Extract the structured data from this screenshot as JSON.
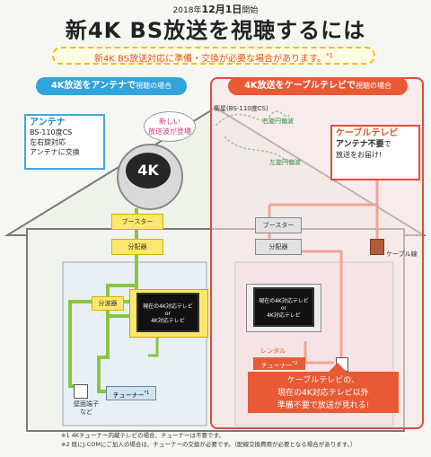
{
  "header": {
    "date_small": "2018年",
    "date_bold": "12月1日",
    "date_suffix": "開始",
    "title": "新4K BS放送を視聴するには"
  },
  "notice": "新4K BS放送対応に準備・交換が必要な場合があります。",
  "notice_mark": "*1",
  "sections": {
    "antenna": {
      "title": "4K放送をアンテナで",
      "subtitle": "視聴の場合"
    },
    "cable": {
      "title": "4K放送をケーブルテレビで",
      "subtitle": "視聴の場合"
    }
  },
  "antenna_info": {
    "title": "アンテナ",
    "lines": [
      "BS-110度CS",
      "左右旋対応",
      "アンテナに交換"
    ]
  },
  "bubble": {
    "line1": "新しい",
    "line2": "放送波が登場"
  },
  "dish_label": "4K",
  "satellite": {
    "label": "衛星(BS-110度CS)",
    "right": "右旋円偏波",
    "left": "左旋円偏波"
  },
  "cable_info": {
    "title": "ケーブルテレビ",
    "bold": "アンテナ不要",
    "suffix": "で",
    "line": "放送をお届け!"
  },
  "left_devices": {
    "booster": "ブースター",
    "distributor": "分配器",
    "splitter": "分波器",
    "tv_l1": "現在の4K対応テレビ",
    "tv_l2": "or",
    "tv_l3": "4K対応テレビ",
    "tuner": "チューナー",
    "tuner_mark": "*1",
    "outlet_l1": "壁面端子",
    "outlet_l2": "など"
  },
  "right_devices": {
    "booster": "ブースター",
    "distributor": "分配器",
    "tv_l1": "現在の4K対応テレビ",
    "tv_l2": "or",
    "tv_l3": "4K対応テレビ",
    "rental": "レンタル",
    "tuner": "チューナー",
    "tuner_mark": "*2",
    "cable_line": "ケーブル線"
  },
  "result": {
    "line1": "ケーブルテレビの、",
    "line2": "現在の4K対応テレビ以外",
    "line3": "準備不要で放送が見れる!"
  },
  "notes": [
    "※1 4Kチューナー内蔵テレビの場合、チューナーは不要です。",
    "※2 既にJ:COMにご加入の場合は、チューナーの交換が必要です。（配線交換費用が必要となる場合があります。）"
  ],
  "colors": {
    "antenna_header": "#32a3dd",
    "cable_header": "#e85a36",
    "antenna_line": "#8bc540",
    "cable_line": "#e85a36",
    "highlight_frame": "#e24b3a"
  }
}
